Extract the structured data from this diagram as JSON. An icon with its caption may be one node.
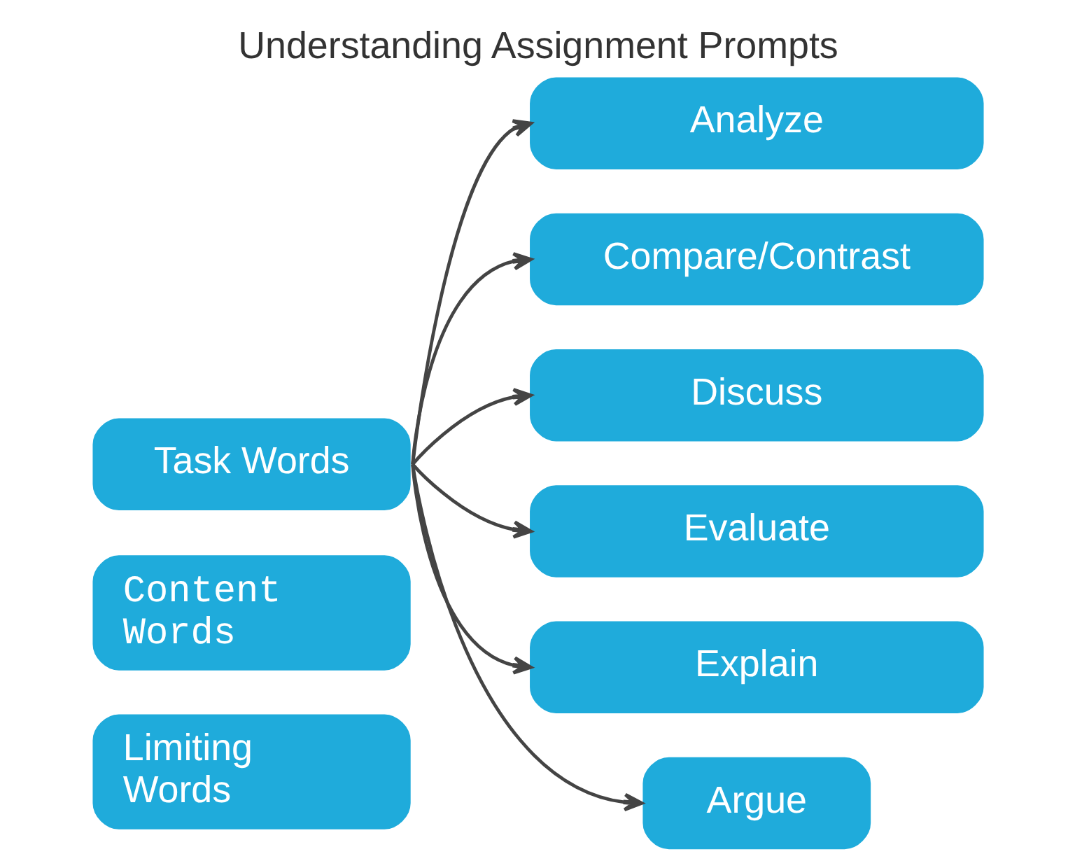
{
  "diagram": {
    "title": "Understanding Assignment Prompts",
    "nodes": [
      {
        "text": [
          "Task Words"
        ]
      },
      {
        "text": [
          "Content Words"
        ]
      },
      {
        "text": [
          "Limiting Words"
        ]
      },
      {
        "text": [
          "Analyze"
        ]
      },
      {
        "text": [
          "Compare/Contrast"
        ]
      },
      {
        "text": [
          "Discuss"
        ]
      },
      {
        "text": [
          "Evaluate"
        ]
      },
      {
        "text": [
          "Explain"
        ]
      },
      {
        "text": [
          "Argue"
        ]
      }
    ],
    "edges": [
      {
        "from": 0,
        "to": 3,
        "arrow": "to"
      },
      {
        "from": 0,
        "to": 4,
        "arrow": "to"
      },
      {
        "from": 0,
        "to": 5,
        "arrow": "to"
      },
      {
        "from": 0,
        "to": 6,
        "arrow": "to"
      },
      {
        "from": 0,
        "to": 7,
        "arrow": "to"
      },
      {
        "from": 0,
        "to": 8,
        "arrow": "to"
      }
    ]
  }
}
